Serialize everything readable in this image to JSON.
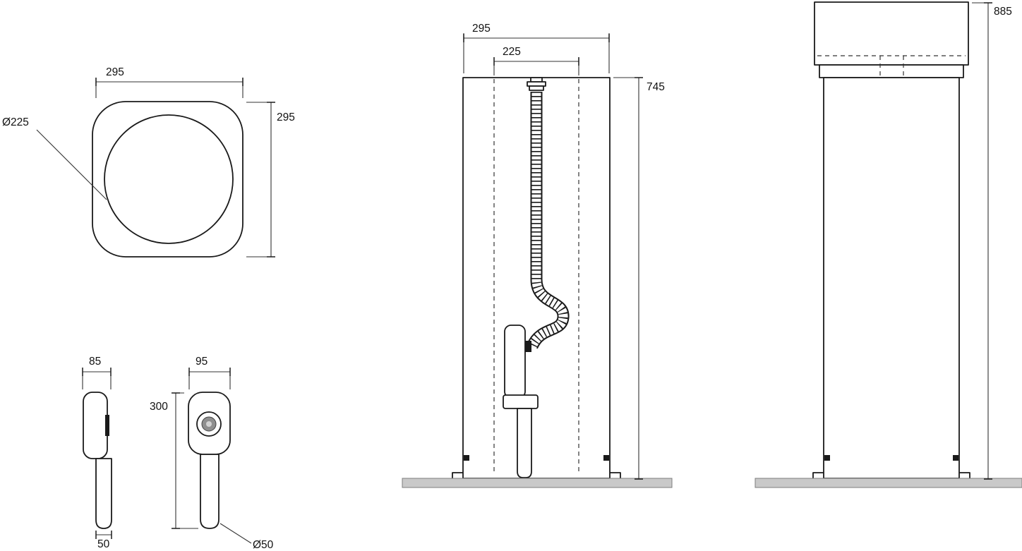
{
  "drawing": {
    "views": {
      "top": {
        "width": "295",
        "height": "295",
        "diameter": "Ø225"
      },
      "handset_side": {
        "width": "85",
        "base": "50"
      },
      "handset_front": {
        "width": "95",
        "height": "300",
        "diameter": "Ø50"
      },
      "front_section": {
        "outer_width": "295",
        "inner_width": "225",
        "height": "745"
      },
      "side": {
        "total_height": "885"
      }
    },
    "colors": {
      "line": "#1a1a1a",
      "base_plate_fill": "#c9c9c9",
      "base_plate_stroke": "#7d7d7d"
    }
  }
}
